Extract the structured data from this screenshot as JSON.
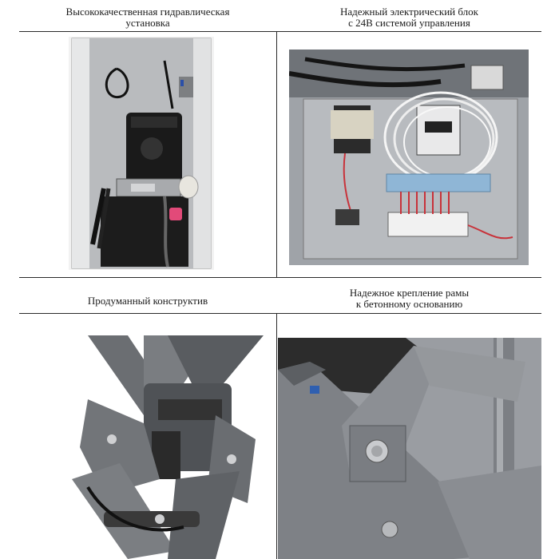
{
  "cells": [
    {
      "caption_lines": [
        "Высококачественная гидравлическая",
        "установка"
      ]
    },
    {
      "caption_lines": [
        "Надежный электрический блок",
        "с 24В системой управления"
      ]
    },
    {
      "caption_lines": [
        "Продуманный конструктив"
      ]
    },
    {
      "caption_lines": [
        "Надежное крепление рамы",
        "к бетонному основанию"
      ]
    }
  ]
}
